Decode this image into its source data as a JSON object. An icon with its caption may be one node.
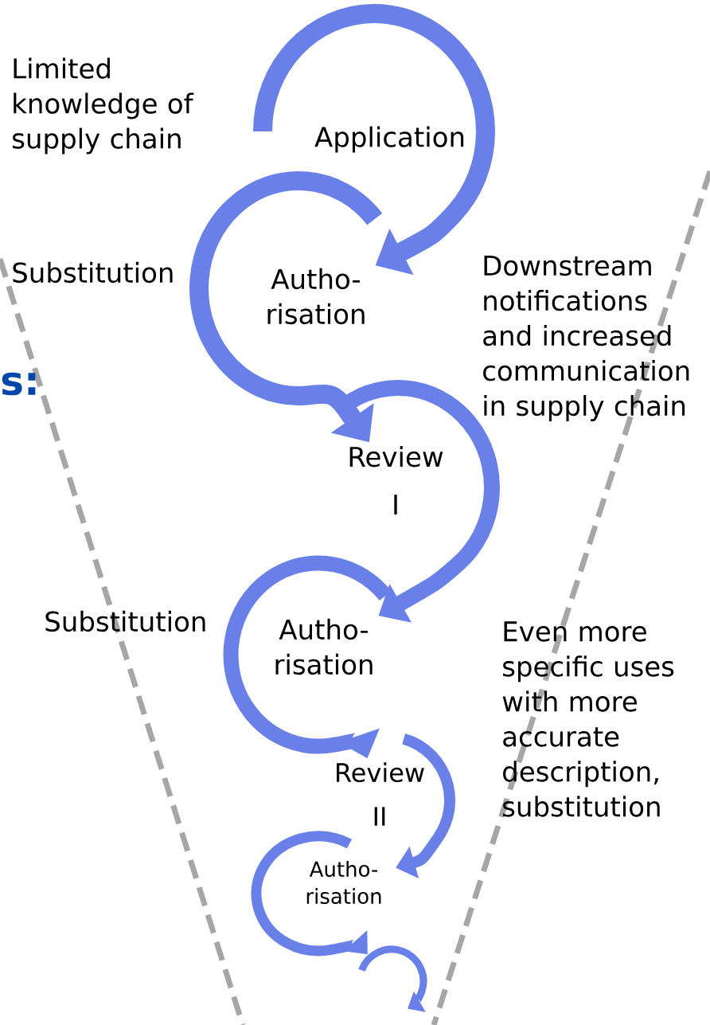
{
  "diagram": {
    "nodes": [
      {
        "text": [
          "Application"
        ]
      },
      {
        "text": [
          "Autho- risation"
        ]
      },
      {
        "text": [
          "Review I"
        ]
      },
      {
        "text": [
          "Autho- risation"
        ]
      },
      {
        "text": [
          "Review II"
        ]
      },
      {
        "text": [
          "Autho- risation"
        ]
      },
      {
        "text": [],
        "shape": "arc"
      }
    ],
    "edges": [
      {
        "from": 0,
        "to": 1,
        "arrow": "to"
      },
      {
        "from": 1,
        "to": 2,
        "arrow": "to"
      },
      {
        "from": 2,
        "to": 3,
        "arrow": "to"
      },
      {
        "from": 3,
        "to": 4,
        "arrow": "to"
      },
      {
        "from": 4,
        "to": 5,
        "arrow": "to"
      },
      {
        "from": 5,
        "to": 6,
        "arrow": "to"
      }
    ],
    "labels": [
      "Limited knowledge of supply chain",
      "Substitution",
      "Downstream notifications and increased communication in supply chain",
      "s:",
      "Substitution",
      "Even more specific uses with more accurate description, substitution"
    ]
  }
}
